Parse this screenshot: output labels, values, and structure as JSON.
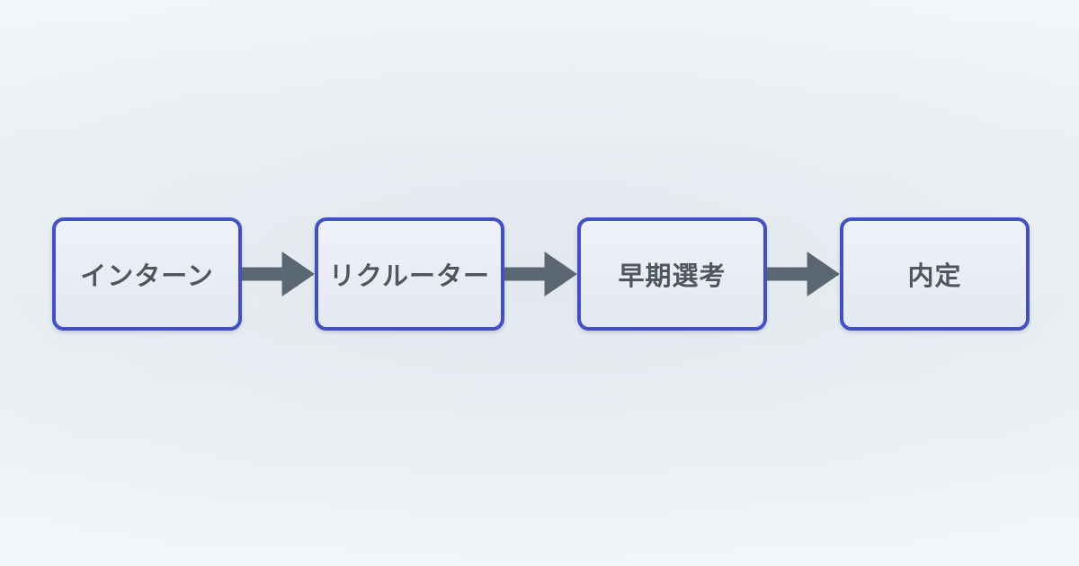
{
  "diagram": {
    "type": "flowchart",
    "direction": "left-to-right",
    "nodes": [
      {
        "id": "intern",
        "label": "インターン"
      },
      {
        "id": "recruiter",
        "label": "リクルーター"
      },
      {
        "id": "early-selection",
        "label": "早期選考"
      },
      {
        "id": "offer",
        "label": "内定"
      }
    ],
    "connections": [
      {
        "from": "intern",
        "to": "recruiter",
        "style": "arrow-right"
      },
      {
        "from": "recruiter",
        "to": "early-selection",
        "style": "arrow-right"
      },
      {
        "from": "early-selection",
        "to": "offer",
        "style": "arrow-right"
      }
    ],
    "colors": {
      "node_fill": "#e9ecf6",
      "node_border": "#4150c2",
      "node_text": "#4e565f",
      "arrow": "#5a6671",
      "background": "#eef1f5"
    }
  }
}
